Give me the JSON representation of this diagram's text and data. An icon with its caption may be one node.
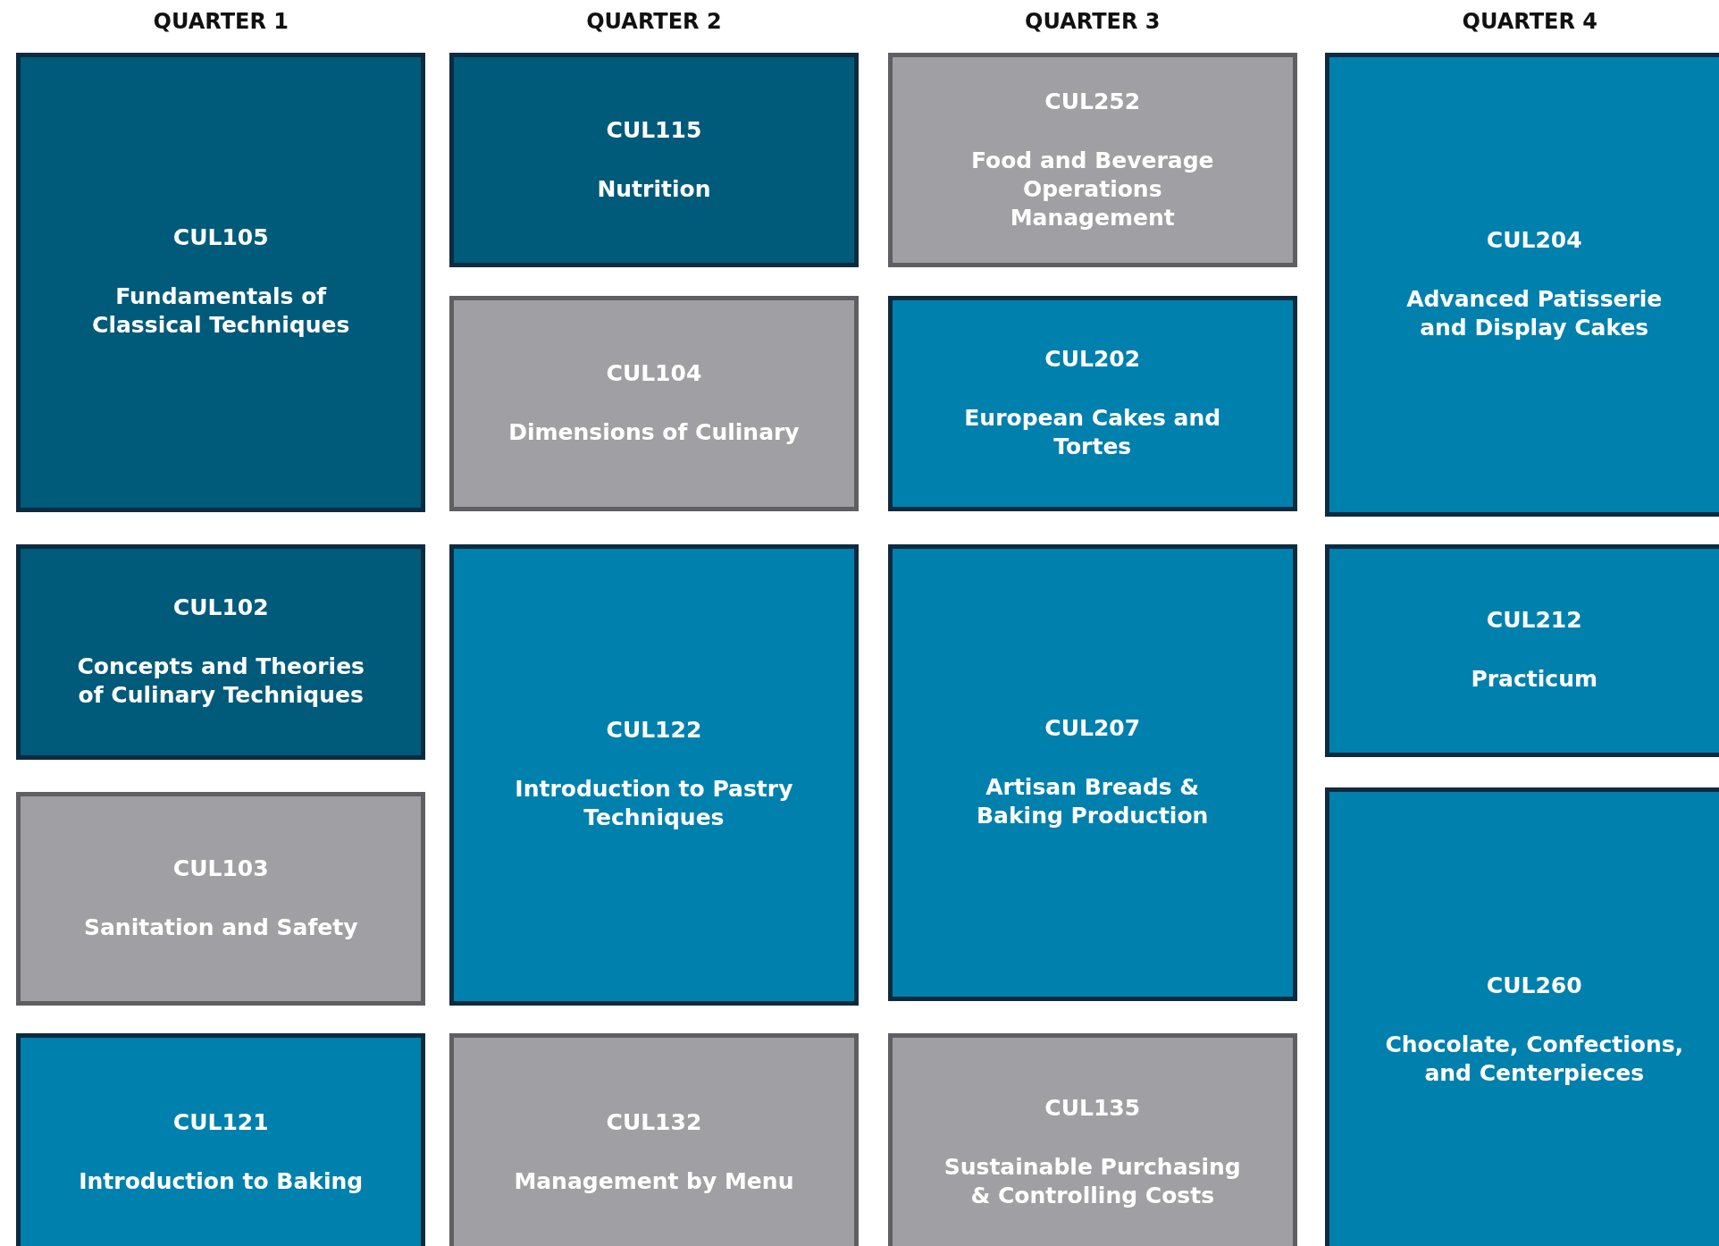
{
  "diagram": {
    "nodes": [
      {
        "text": [
          "CUL105",
          "Fundamentals of Classical Techniques"
        ]
      },
      {
        "text": [
          "CUL102",
          "Concepts and Theories of Culinary Techniques"
        ]
      },
      {
        "text": [
          "CUL103",
          "Sanitation and Safety"
        ]
      },
      {
        "text": [
          "CUL121",
          "Introduction to Baking"
        ]
      },
      {
        "text": [
          "CUL115",
          "Nutrition"
        ]
      },
      {
        "text": [
          "CUL104",
          "Dimensions of Culinary"
        ]
      },
      {
        "text": [
          "CUL122",
          "Introduction to Pastry Techniques"
        ]
      },
      {
        "text": [
          "CUL132",
          "Management by Menu"
        ]
      },
      {
        "text": [
          "CUL252",
          "Food and Beverage Operations Management"
        ]
      },
      {
        "text": [
          "CUL202",
          "European Cakes and Tortes"
        ]
      },
      {
        "text": [
          "CUL207",
          "Artisan Breads & Baking Production"
        ]
      },
      {
        "text": [
          "CUL135",
          "Sustainable Purchasing & Controlling Costs"
        ]
      },
      {
        "text": [
          "CUL204",
          "Advanced Patisserie and Display Cakes"
        ]
      },
      {
        "text": [
          "CUL212",
          "Practicum"
        ]
      },
      {
        "text": [
          "CUL260",
          "Chocolate, Confections, and Centerpieces"
        ]
      }
    ],
    "labels": [
      "QUARTER 1",
      "QUARTER 2",
      "QUARTER 3",
      "QUARTER 4"
    ]
  }
}
